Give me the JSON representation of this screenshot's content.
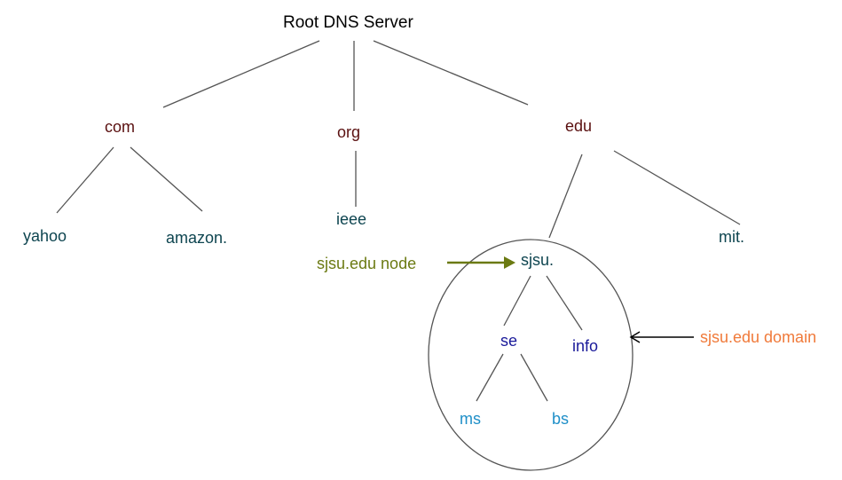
{
  "root": "Root DNS Server",
  "tld": {
    "com": "com",
    "org": "org",
    "edu": "edu"
  },
  "second_level": {
    "yahoo": "yahoo",
    "amazon": "amazon.",
    "ieee": "ieee",
    "sjsu": "sjsu.",
    "mit": "mit."
  },
  "sjsu_children": {
    "se": "se",
    "info": "info"
  },
  "se_children": {
    "ms": "ms",
    "bs": "bs"
  },
  "annotations": {
    "node_label": "sjsu.edu node",
    "domain_label": "sjsu.edu domain"
  },
  "colors": {
    "root": "#000000",
    "tld": "#5a1010",
    "second_level": "#0e4550",
    "sjsu_children": "#1a1a9a",
    "leaf": "#1f8fc8",
    "node_annotation": "#6b7a12",
    "domain_annotation": "#f07a3a",
    "edge": "#555555"
  }
}
